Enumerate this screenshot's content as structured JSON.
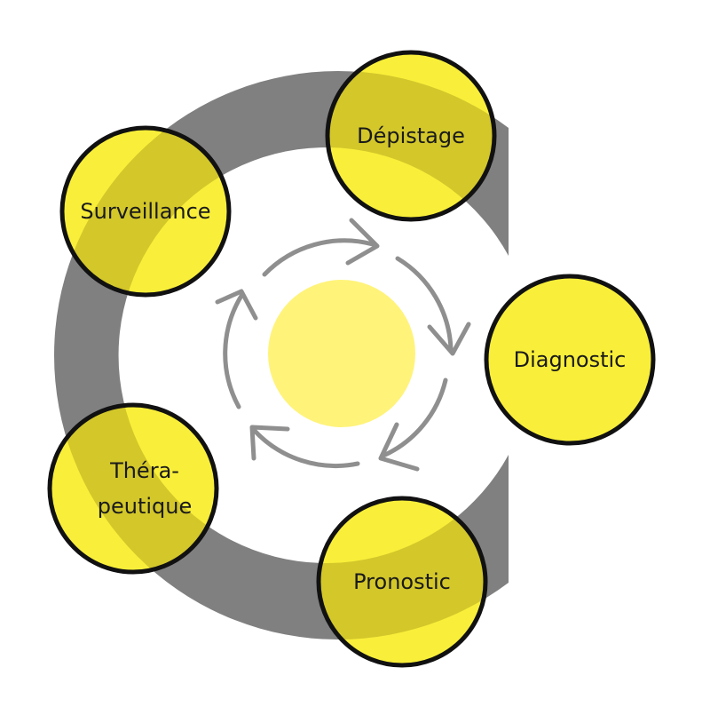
{
  "colors": {
    "ring": "#808080",
    "node_fill": "#f9ef3a",
    "node_overlap": "#d3c72a",
    "node_stroke": "#111111",
    "center": "#fff37a",
    "arrows": "#8f8f8f"
  },
  "nodes": [
    {
      "id": "depistage",
      "label": "Dépistage"
    },
    {
      "id": "diagnostic",
      "label": "Diagnostic"
    },
    {
      "id": "pronostic",
      "label": "Pronostic"
    },
    {
      "id": "therapeutique",
      "label_line1": "Théra-",
      "label_line2": "peutique"
    },
    {
      "id": "surveillance",
      "label": "Surveillance"
    }
  ]
}
